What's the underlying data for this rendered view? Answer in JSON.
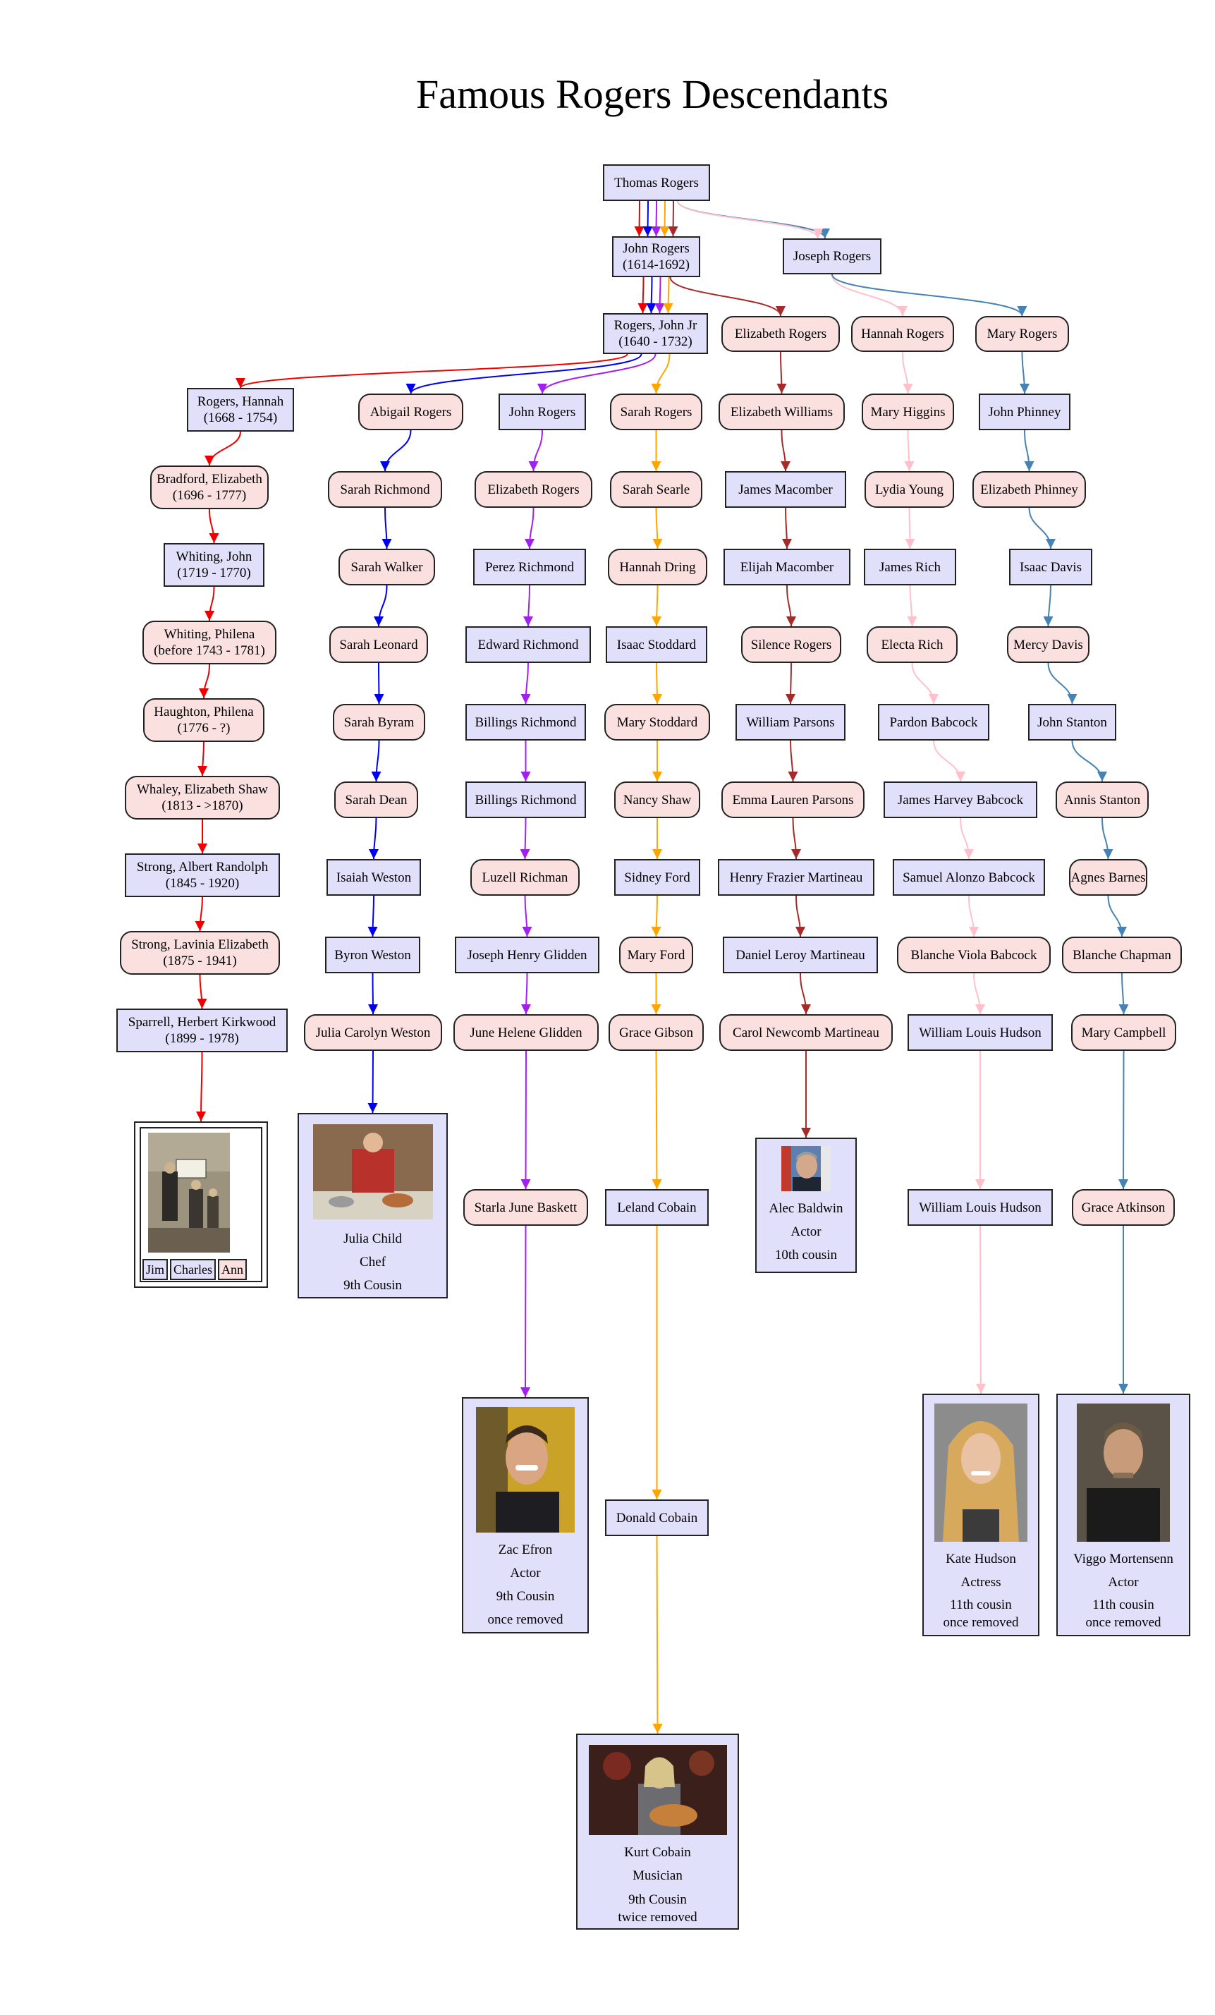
{
  "title": "Famous Rogers Descendants",
  "nodes": {
    "thomas": {
      "name": "Thomas Rogers",
      "dates": ""
    },
    "john": {
      "name": "John Rogers",
      "dates": "(1614-1692)"
    },
    "joseph": {
      "name": "Joseph Rogers",
      "dates": ""
    },
    "johnjr": {
      "name": "Rogers, John Jr",
      "dates": "(1640 - 1732)"
    },
    "elizr": {
      "name": "Elizabeth Rogers",
      "dates": ""
    },
    "hannahr": {
      "name": "Hannah Rogers",
      "dates": ""
    },
    "maryr": {
      "name": "Mary Rogers",
      "dates": ""
    },
    "c1_1": {
      "name": "Rogers, Hannah",
      "dates": "(1668 - 1754)"
    },
    "c1_2": {
      "name": "Bradford, Elizabeth",
      "dates": "(1696 - 1777)"
    },
    "c1_3": {
      "name": "Whiting, John",
      "dates": "(1719 - 1770)"
    },
    "c1_4": {
      "name": "Whiting, Philena",
      "dates": "(before 1743 - 1781)"
    },
    "c1_5": {
      "name": "Haughton, Philena",
      "dates": "(1776 - ?)"
    },
    "c1_6": {
      "name": "Whaley, Elizabeth Shaw",
      "dates": "(1813 - >1870)"
    },
    "c1_7": {
      "name": "Strong, Albert Randolph",
      "dates": "(1845 - 1920)"
    },
    "c1_8": {
      "name": "Strong, Lavinia Elizabeth",
      "dates": "(1875 - 1941)"
    },
    "c1_9": {
      "name": "Sparrell, Herbert Kirkwood",
      "dates": "(1899 - 1978)"
    },
    "c2_1": {
      "name": "Abigail Rogers",
      "dates": ""
    },
    "c2_2": {
      "name": "Sarah Richmond",
      "dates": ""
    },
    "c2_3": {
      "name": "Sarah Walker",
      "dates": ""
    },
    "c2_4": {
      "name": "Sarah Leonard",
      "dates": ""
    },
    "c2_5": {
      "name": "Sarah Byram",
      "dates": ""
    },
    "c2_6": {
      "name": "Sarah Dean",
      "dates": ""
    },
    "c2_7": {
      "name": "Isaiah Weston",
      "dates": ""
    },
    "c2_8": {
      "name": "Byron Weston",
      "dates": ""
    },
    "c2_9": {
      "name": "Julia Carolyn Weston",
      "dates": ""
    },
    "c3_1": {
      "name": "John Rogers",
      "dates": ""
    },
    "c3_2": {
      "name": "Elizabeth Rogers",
      "dates": ""
    },
    "c3_3": {
      "name": "Perez Richmond",
      "dates": ""
    },
    "c3_4": {
      "name": "Edward Richmond",
      "dates": ""
    },
    "c3_5": {
      "name": "Billings Richmond",
      "dates": ""
    },
    "c3_6": {
      "name": "Billings Richmond",
      "dates": ""
    },
    "c3_7": {
      "name": "Luzell Richman",
      "dates": ""
    },
    "c3_8": {
      "name": "Joseph Henry Glidden",
      "dates": ""
    },
    "c3_9": {
      "name": "June Helene Glidden",
      "dates": ""
    },
    "c3_10": {
      "name": "Starla June Baskett",
      "dates": ""
    },
    "c4_1": {
      "name": "Sarah Rogers",
      "dates": ""
    },
    "c4_2": {
      "name": "Sarah Searle",
      "dates": ""
    },
    "c4_3": {
      "name": "Hannah Dring",
      "dates": ""
    },
    "c4_4": {
      "name": "Isaac Stoddard",
      "dates": ""
    },
    "c4_5": {
      "name": "Mary Stoddard",
      "dates": ""
    },
    "c4_6": {
      "name": "Nancy Shaw",
      "dates": ""
    },
    "c4_7": {
      "name": "Sidney Ford",
      "dates": ""
    },
    "c4_8": {
      "name": "Mary Ford",
      "dates": ""
    },
    "c4_9": {
      "name": "Grace Gibson",
      "dates": ""
    },
    "c4_10": {
      "name": "Leland Cobain",
      "dates": ""
    },
    "c4_11": {
      "name": "Donald Cobain",
      "dates": ""
    },
    "c5_1": {
      "name": "Elizabeth Williams",
      "dates": ""
    },
    "c5_2": {
      "name": "James Macomber",
      "dates": ""
    },
    "c5_3": {
      "name": "Elijah Macomber",
      "dates": ""
    },
    "c5_4": {
      "name": "Silence Rogers",
      "dates": ""
    },
    "c5_5": {
      "name": "William Parsons",
      "dates": ""
    },
    "c5_6": {
      "name": "Emma Lauren Parsons",
      "dates": ""
    },
    "c5_7": {
      "name": "Henry Frazier Martineau",
      "dates": ""
    },
    "c5_8": {
      "name": "Daniel Leroy Martineau",
      "dates": ""
    },
    "c5_9": {
      "name": "Carol Newcomb Martineau",
      "dates": ""
    },
    "c6_1": {
      "name": "Mary Higgins",
      "dates": ""
    },
    "c6_2": {
      "name": "Lydia Young",
      "dates": ""
    },
    "c6_3": {
      "name": "James Rich",
      "dates": ""
    },
    "c6_4": {
      "name": "Electa Rich",
      "dates": ""
    },
    "c6_5": {
      "name": "Pardon Babcock",
      "dates": ""
    },
    "c6_6": {
      "name": "James Harvey Babcock",
      "dates": ""
    },
    "c6_7": {
      "name": "Samuel Alonzo Babcock",
      "dates": ""
    },
    "c6_8": {
      "name": "Blanche Viola Babcock",
      "dates": ""
    },
    "c6_9": {
      "name": "William Louis Hudson",
      "dates": ""
    },
    "c6_10": {
      "name": "William Louis Hudson",
      "dates": ""
    },
    "c7_1": {
      "name": "John Phinney",
      "dates": ""
    },
    "c7_2": {
      "name": "Elizabeth Phinney",
      "dates": ""
    },
    "c7_3": {
      "name": "Isaac Davis",
      "dates": ""
    },
    "c7_4": {
      "name": "Mercy Davis",
      "dates": ""
    },
    "c7_5": {
      "name": "John Stanton",
      "dates": ""
    },
    "c7_6": {
      "name": "Annis Stanton",
      "dates": ""
    },
    "c7_7": {
      "name": "Agnes Barnes",
      "dates": ""
    },
    "c7_8": {
      "name": "Blanche Chapman",
      "dates": ""
    },
    "c7_9": {
      "name": "Mary Campbell",
      "dates": ""
    },
    "c7_10": {
      "name": "Grace Atkinson",
      "dates": ""
    }
  },
  "family": {
    "names": [
      "Jim",
      "Charles",
      "Ann"
    ]
  },
  "celebs": {
    "julia": {
      "lines": [
        "Julia Child",
        "Chef",
        "9th Cousin"
      ]
    },
    "zac": {
      "lines": [
        "Zac Efron",
        "Actor",
        "9th Cousin",
        "once removed"
      ]
    },
    "kurt": {
      "lines": [
        "Kurt Cobain",
        "Musician",
        "9th Cousin",
        "twice removed"
      ]
    },
    "alec": {
      "lines": [
        "Alec Baldwin",
        "Actor",
        "10th cousin"
      ]
    },
    "kate": {
      "lines": [
        "Kate Hudson",
        "Actress",
        "11th cousin",
        "once removed"
      ]
    },
    "viggo": {
      "lines": [
        "Viggo Mortensenn",
        "Actor",
        "11th cousin",
        "once removed"
      ]
    }
  },
  "lineage_colors": {
    "red": "#ee0000",
    "blue": "#0000ee",
    "purple": "#a020f0",
    "orange": "#ffa500",
    "brown": "#a52a2a",
    "pink": "#ffc0cb",
    "steelblue": "#4682b4"
  },
  "node_colors": {
    "male_fill": "#e0e0fb",
    "female_fill": "#fbe0e0",
    "border": "#222222"
  }
}
